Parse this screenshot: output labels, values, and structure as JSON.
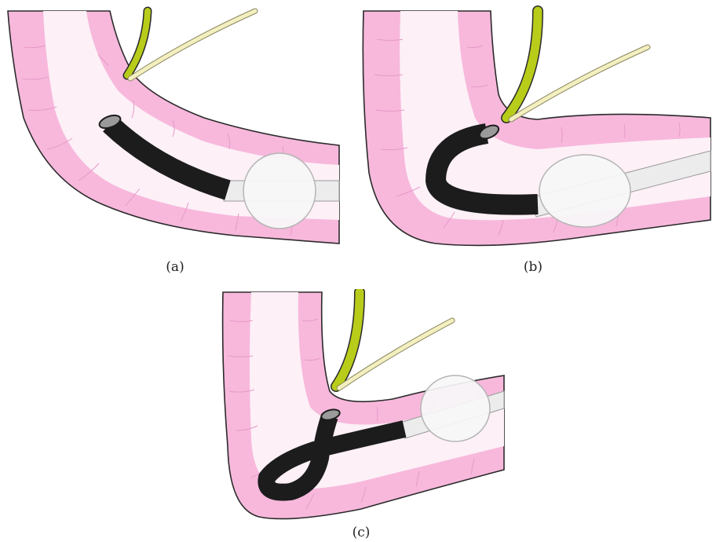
{
  "panels": [
    {
      "id": "a",
      "label": "(a)"
    },
    {
      "id": "b",
      "label": "(b)"
    },
    {
      "id": "c",
      "label": "(c)"
    }
  ],
  "colors": {
    "background": "#ffffff",
    "tissue_fill": "#f7b8dc",
    "tissue_lumen": "#fdf0f7",
    "tissue_outline": "#2a2a2a",
    "tissue_fold_lines": "#e79ac8",
    "scope_body": "#1c1c1c",
    "scope_tip": "#9a9a9a",
    "overtube": "#ececec",
    "balloon_fill": "#f7f7f7",
    "balloon_outline": "#b5b5b5",
    "bile_duct": "#b8cc1a",
    "pancreatic_duct": "#f4efbf"
  },
  "icons": {
    "scope": "endoscope-shaft",
    "balloon": "inflated-balloon",
    "bile_duct": "common-bile-duct",
    "pancreatic_duct": "pancreatic-duct",
    "tissue": "duodenal-wall"
  }
}
